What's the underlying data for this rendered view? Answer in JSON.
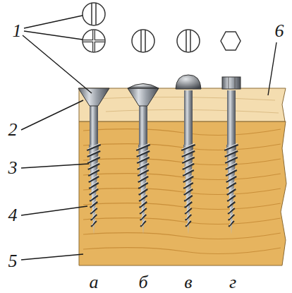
{
  "diagram": {
    "labels": [
      "1",
      "6",
      "2",
      "3",
      "4",
      "5",
      "а",
      "б",
      "в",
      "г"
    ]
  }
}
